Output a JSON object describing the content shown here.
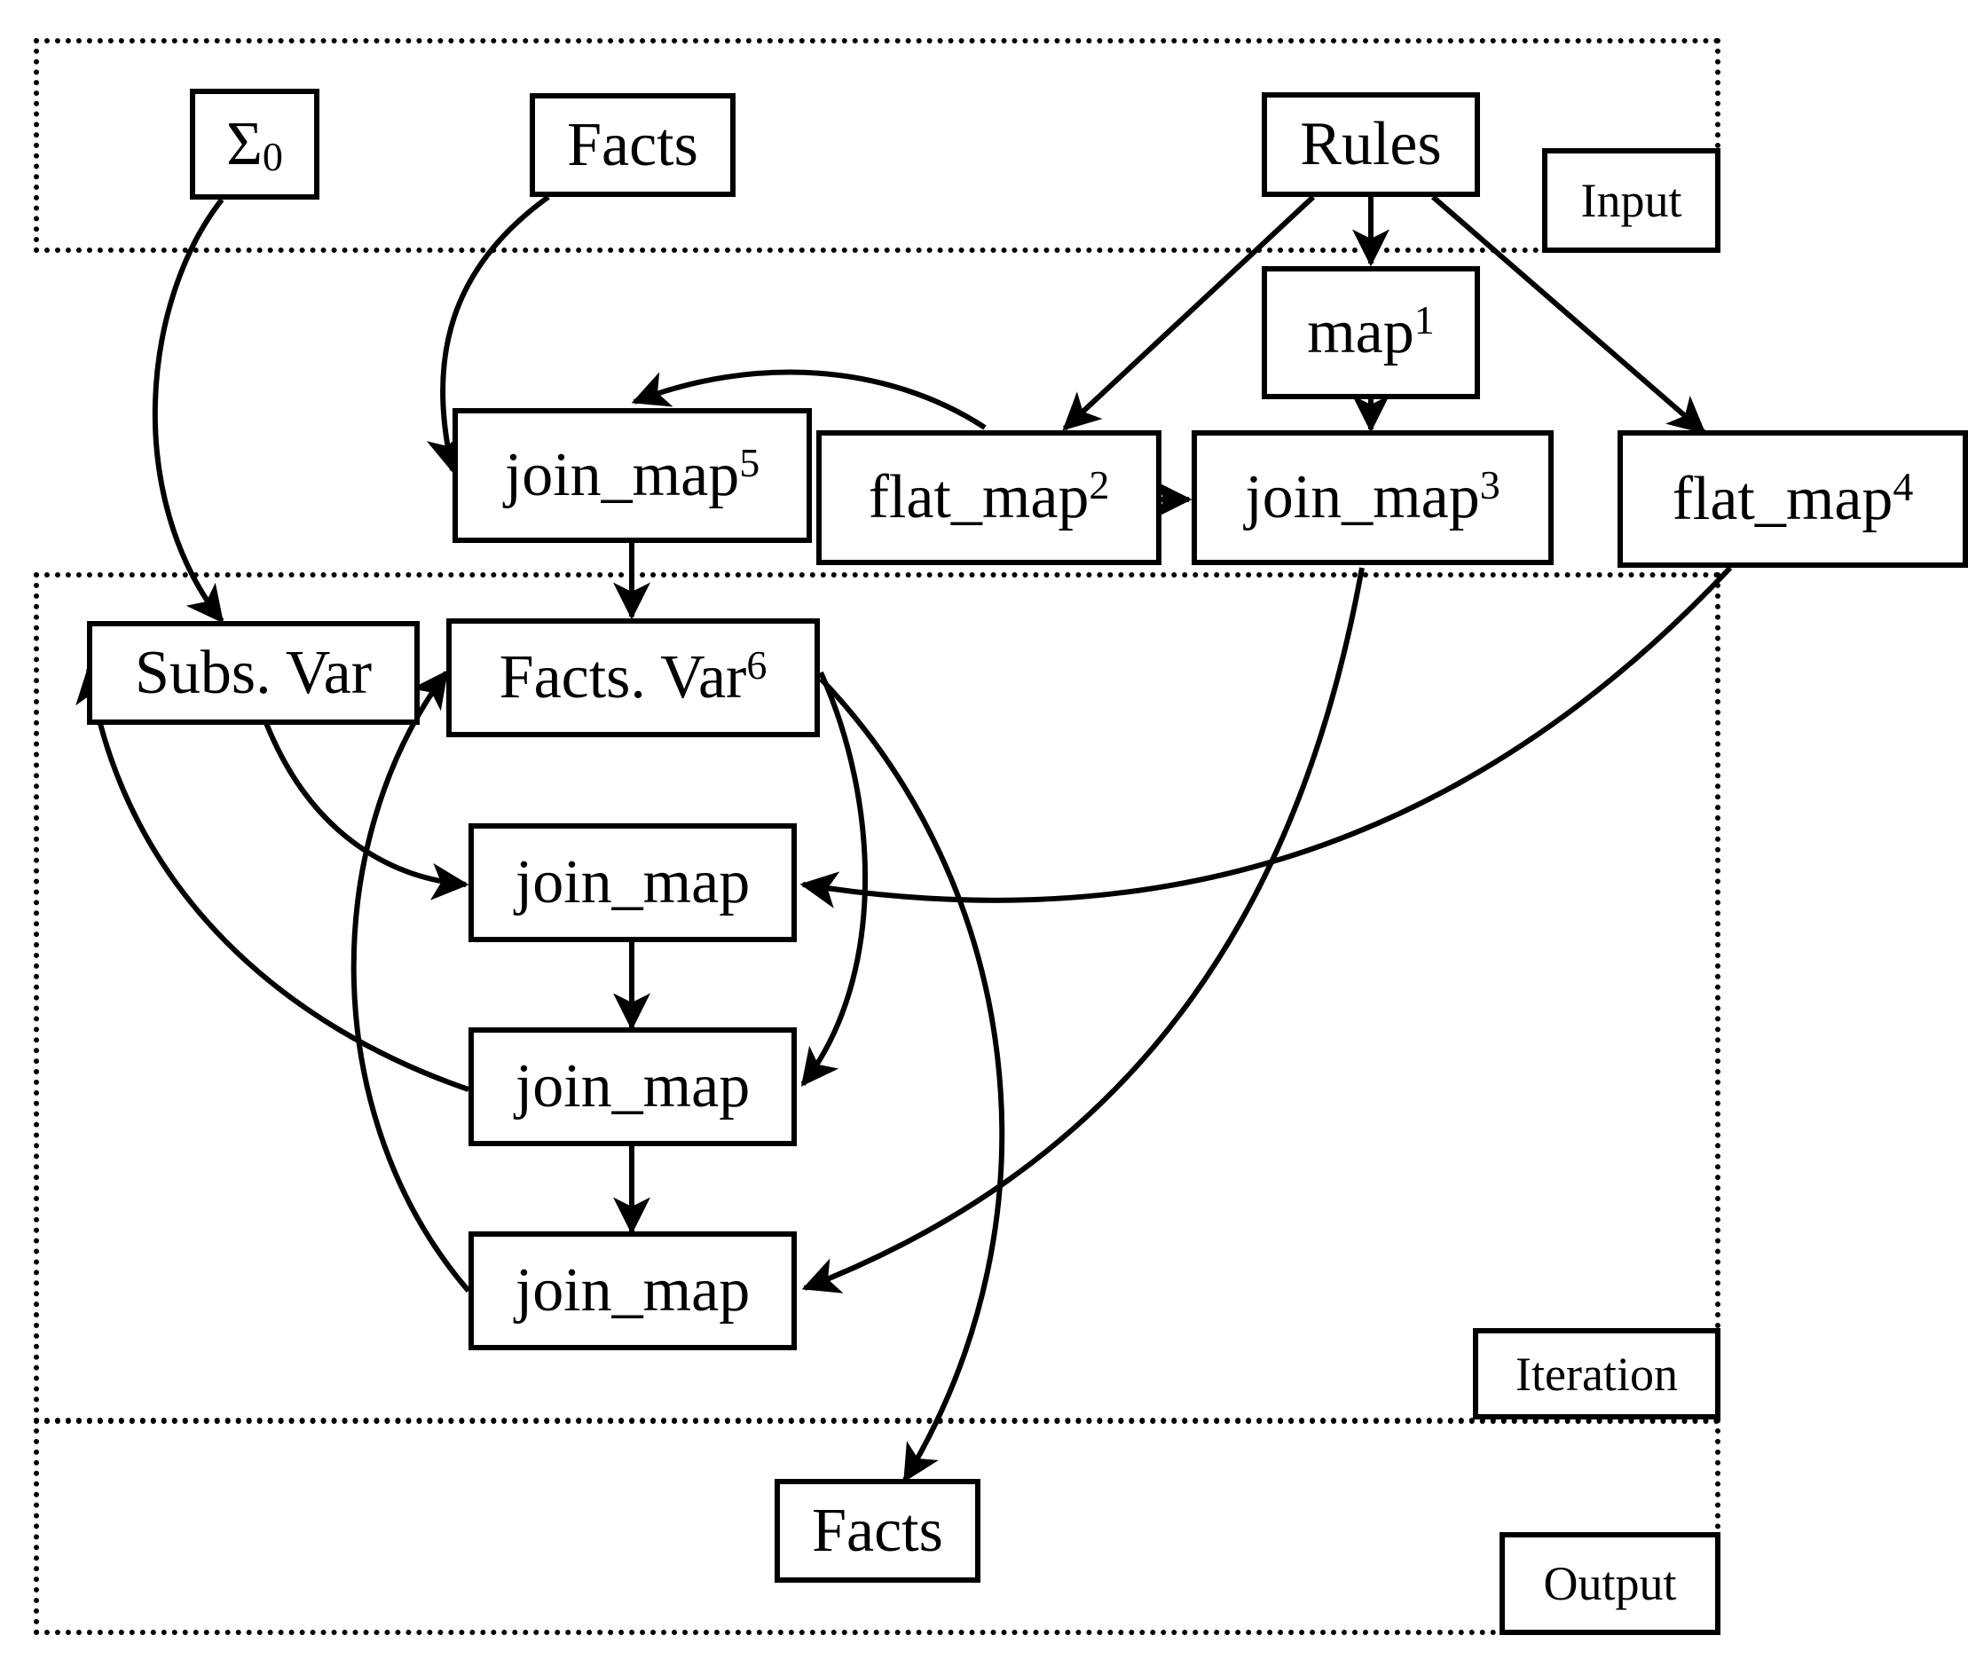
{
  "regions": {
    "input": "Input",
    "iteration": "Iteration",
    "output": "Output"
  },
  "nodes": {
    "sigma0": {
      "base": "Σ",
      "sub": "0"
    },
    "facts_in": {
      "label": "Facts"
    },
    "rules": {
      "label": "Rules"
    },
    "map1": {
      "base": "map",
      "sup": "1"
    },
    "join_map5": {
      "base": "join_map",
      "sup": "5"
    },
    "flat_map2": {
      "base": "flat_map",
      "sup": "2"
    },
    "join_map3": {
      "base": "join_map",
      "sup": "3"
    },
    "flat_map4": {
      "base": "flat_map",
      "sup": "4"
    },
    "subs_var": {
      "label": "Subs. Var"
    },
    "facts_var": {
      "base": "Facts. Var",
      "sup": "6"
    },
    "join_map_a": {
      "label": "join_map"
    },
    "join_map_b": {
      "label": "join_map"
    },
    "join_map_c": {
      "label": "join_map"
    },
    "facts_out": {
      "label": "Facts"
    }
  }
}
